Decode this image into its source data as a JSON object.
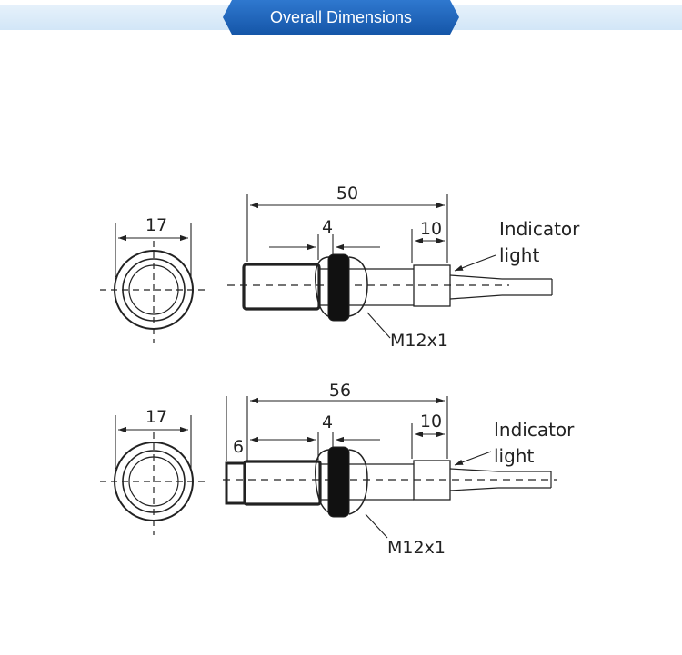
{
  "header": {
    "title": "Overall Dimensions",
    "band_color": "#d9eaf8",
    "tab_color": "#1d62b7"
  },
  "sensor_top": {
    "face_width": "17",
    "length_total": "50",
    "nut_width": "4",
    "rear_length": "10",
    "indicator_label_line1": "Indicator",
    "indicator_label_line2": "light",
    "thread_label": "M12x1"
  },
  "sensor_bottom": {
    "face_width": "17",
    "length_total": "56",
    "front_extension": "6",
    "nut_width": "4",
    "rear_length": "10",
    "indicator_label_line1": "Indicator",
    "indicator_label_line2": "light",
    "thread_label": "M12x1"
  }
}
